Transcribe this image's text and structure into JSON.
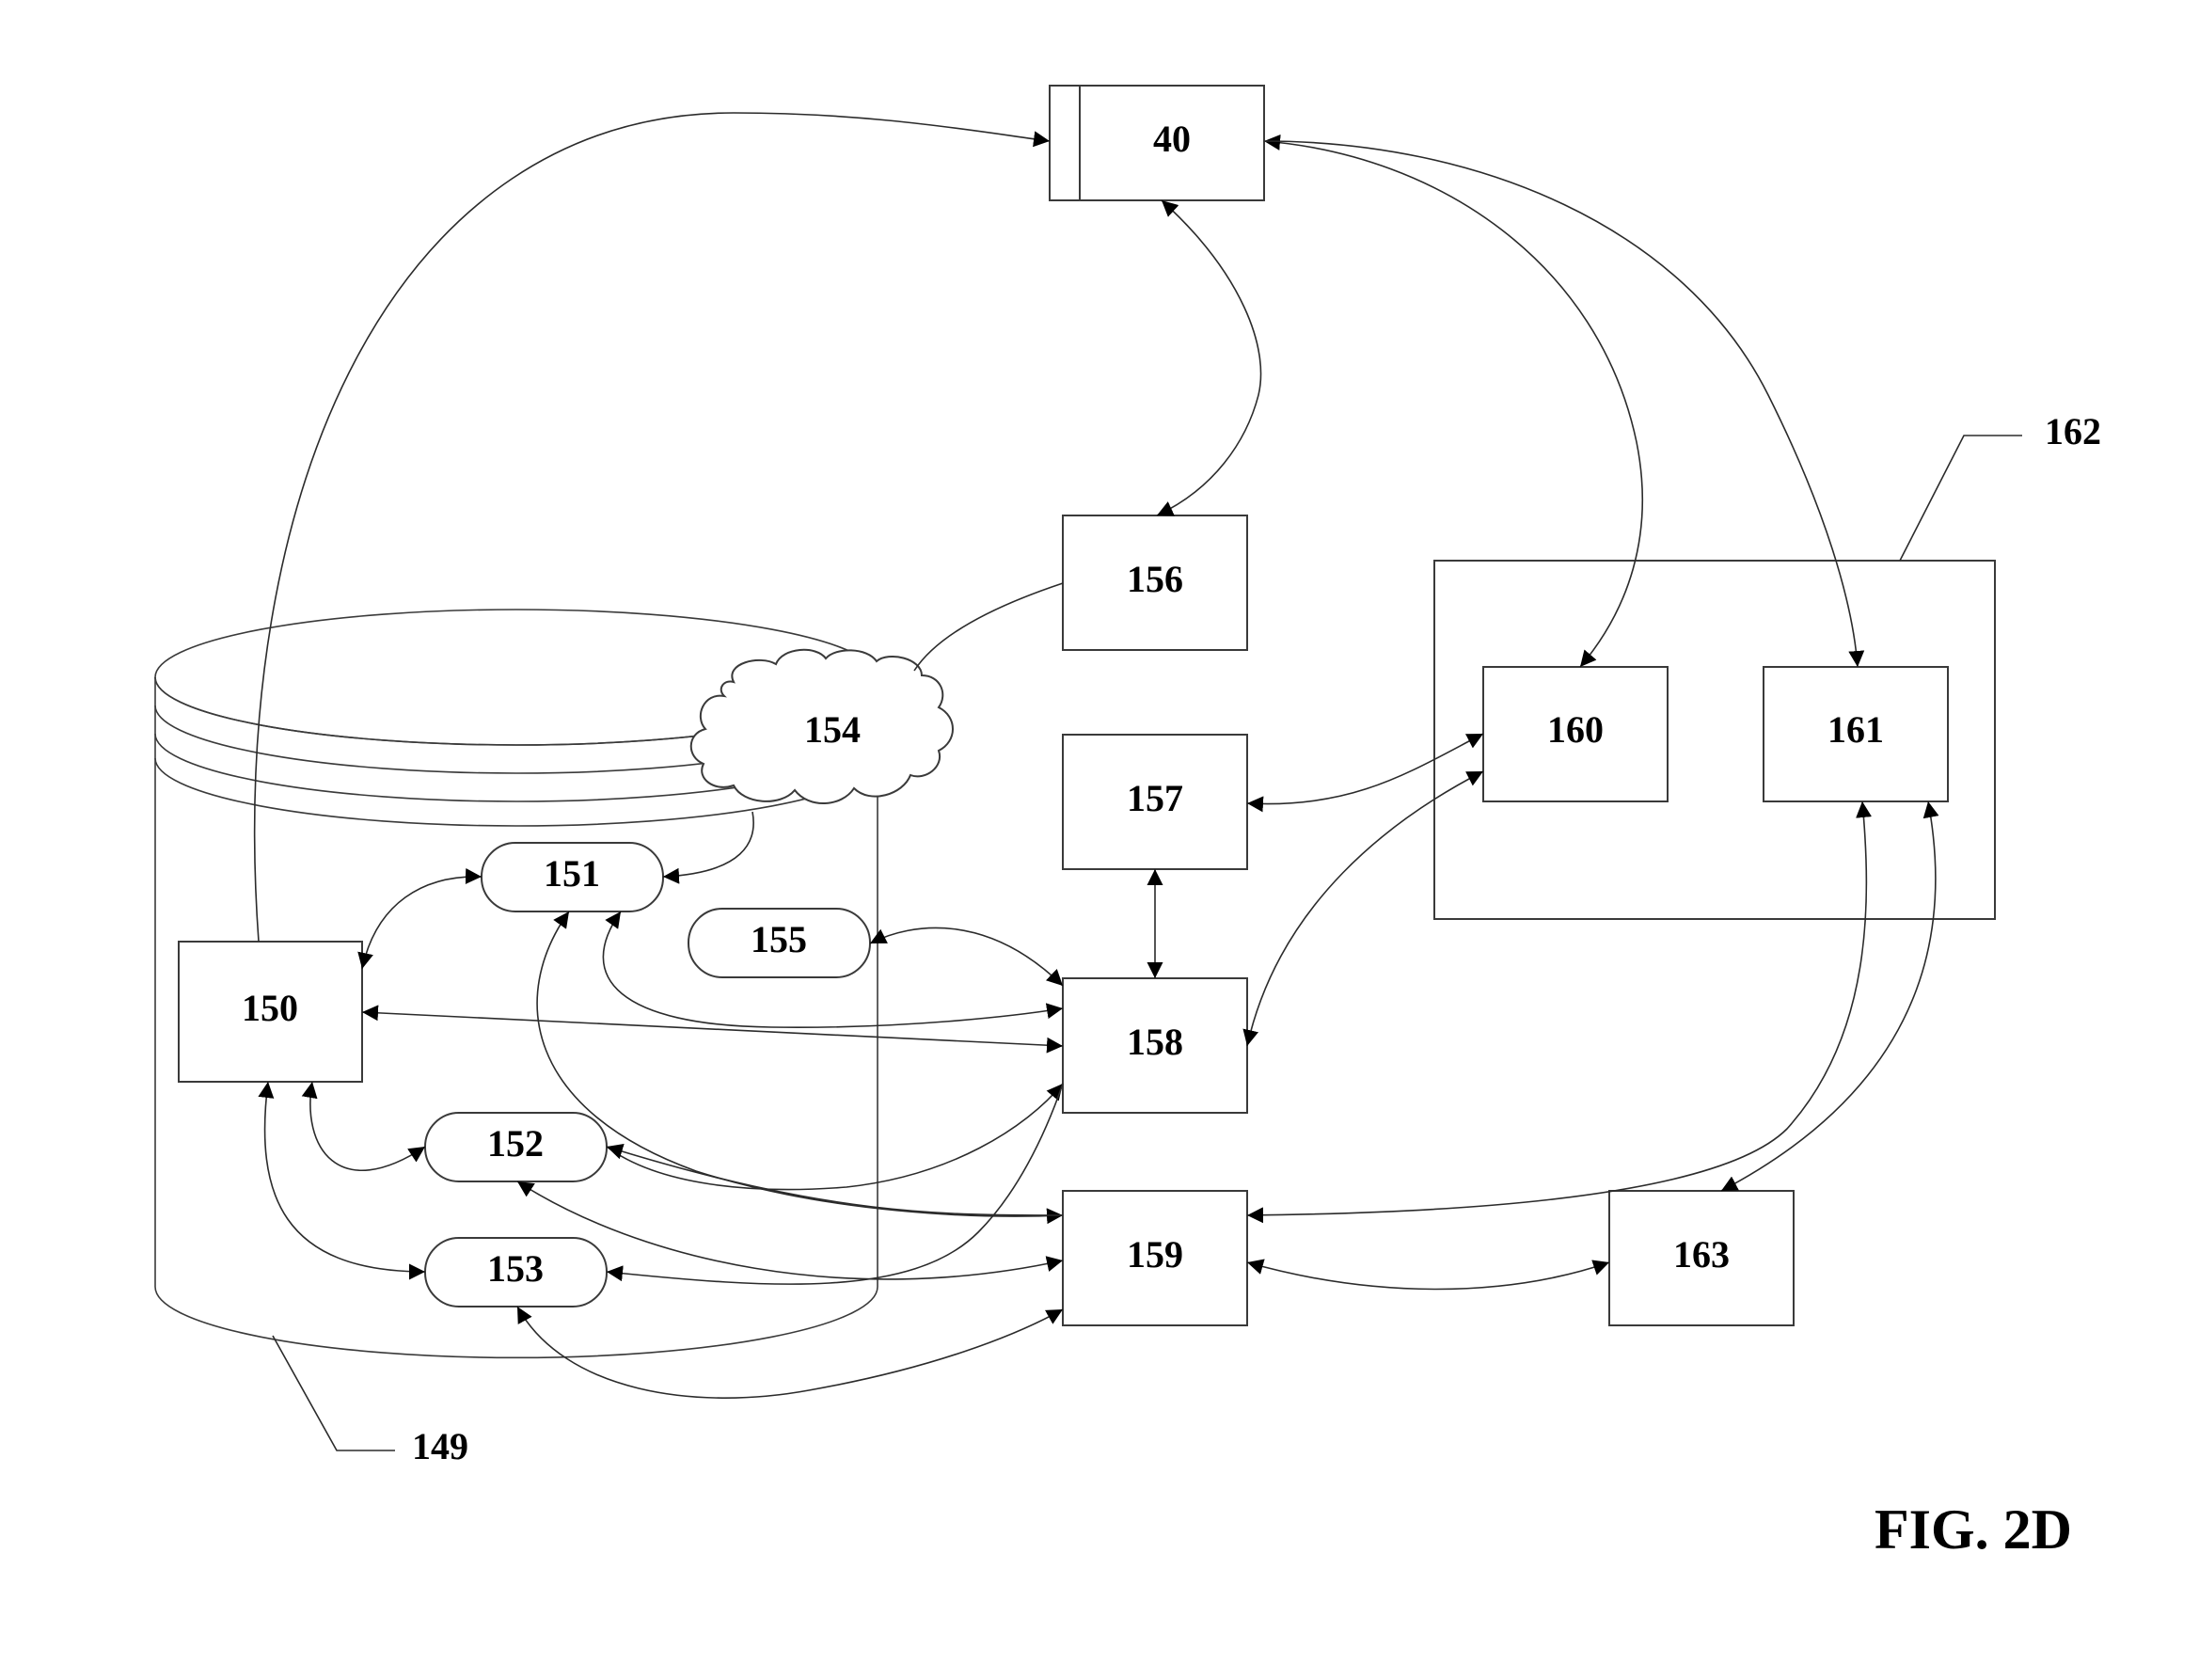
{
  "figure": {
    "caption": "FIG. 2D",
    "nodes": {
      "n40": "40",
      "n149": "149",
      "n150": "150",
      "n151": "151",
      "n152": "152",
      "n153": "153",
      "n154": "154",
      "n155": "155",
      "n156": "156",
      "n157": "157",
      "n158": "158",
      "n159": "159",
      "n160": "160",
      "n161": "161",
      "n162": "162",
      "n163": "163"
    },
    "colors": {
      "line": "#2b2b2b",
      "text": "#000000",
      "background": "#ffffff"
    }
  }
}
